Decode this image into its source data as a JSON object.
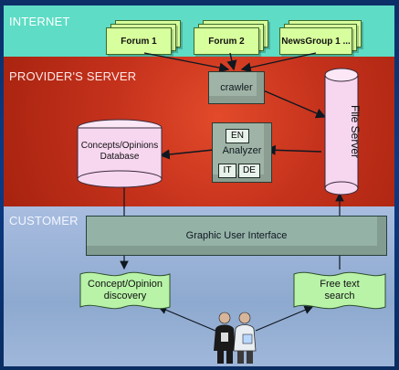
{
  "sections": {
    "internet": {
      "title": "INTERNET"
    },
    "provider": {
      "title": "PROVIDER'S SERVER"
    },
    "customer": {
      "title": "CUSTOMER"
    }
  },
  "documents": [
    {
      "label": "Forum 1"
    },
    {
      "label": "Forum 2"
    },
    {
      "label": "NewsGroup 1 ..."
    }
  ],
  "components": {
    "crawler": "crawler",
    "file_server": "File Server",
    "database": {
      "line1": "Concepts/Opinions",
      "line2": "Database"
    },
    "analyzer": {
      "top": "EN",
      "middle": "Analyzer",
      "left": "IT",
      "right": "DE"
    },
    "gui": "Graphic User Interface",
    "concept_discovery": {
      "line1": "Concept/Opinion",
      "line2": "discovery"
    },
    "free_text_search": {
      "line1": "Free text",
      "line2": "search"
    }
  },
  "colors": {
    "internet_band": "#5edcc5",
    "provider_band": "#c5321c",
    "customer_band": "#8ea9cf",
    "document_fill": "#d8ff9d",
    "database_fill": "#f7d7f0",
    "component_fill": "#9fb4a6",
    "tool_fill": "#b8f3a8"
  }
}
